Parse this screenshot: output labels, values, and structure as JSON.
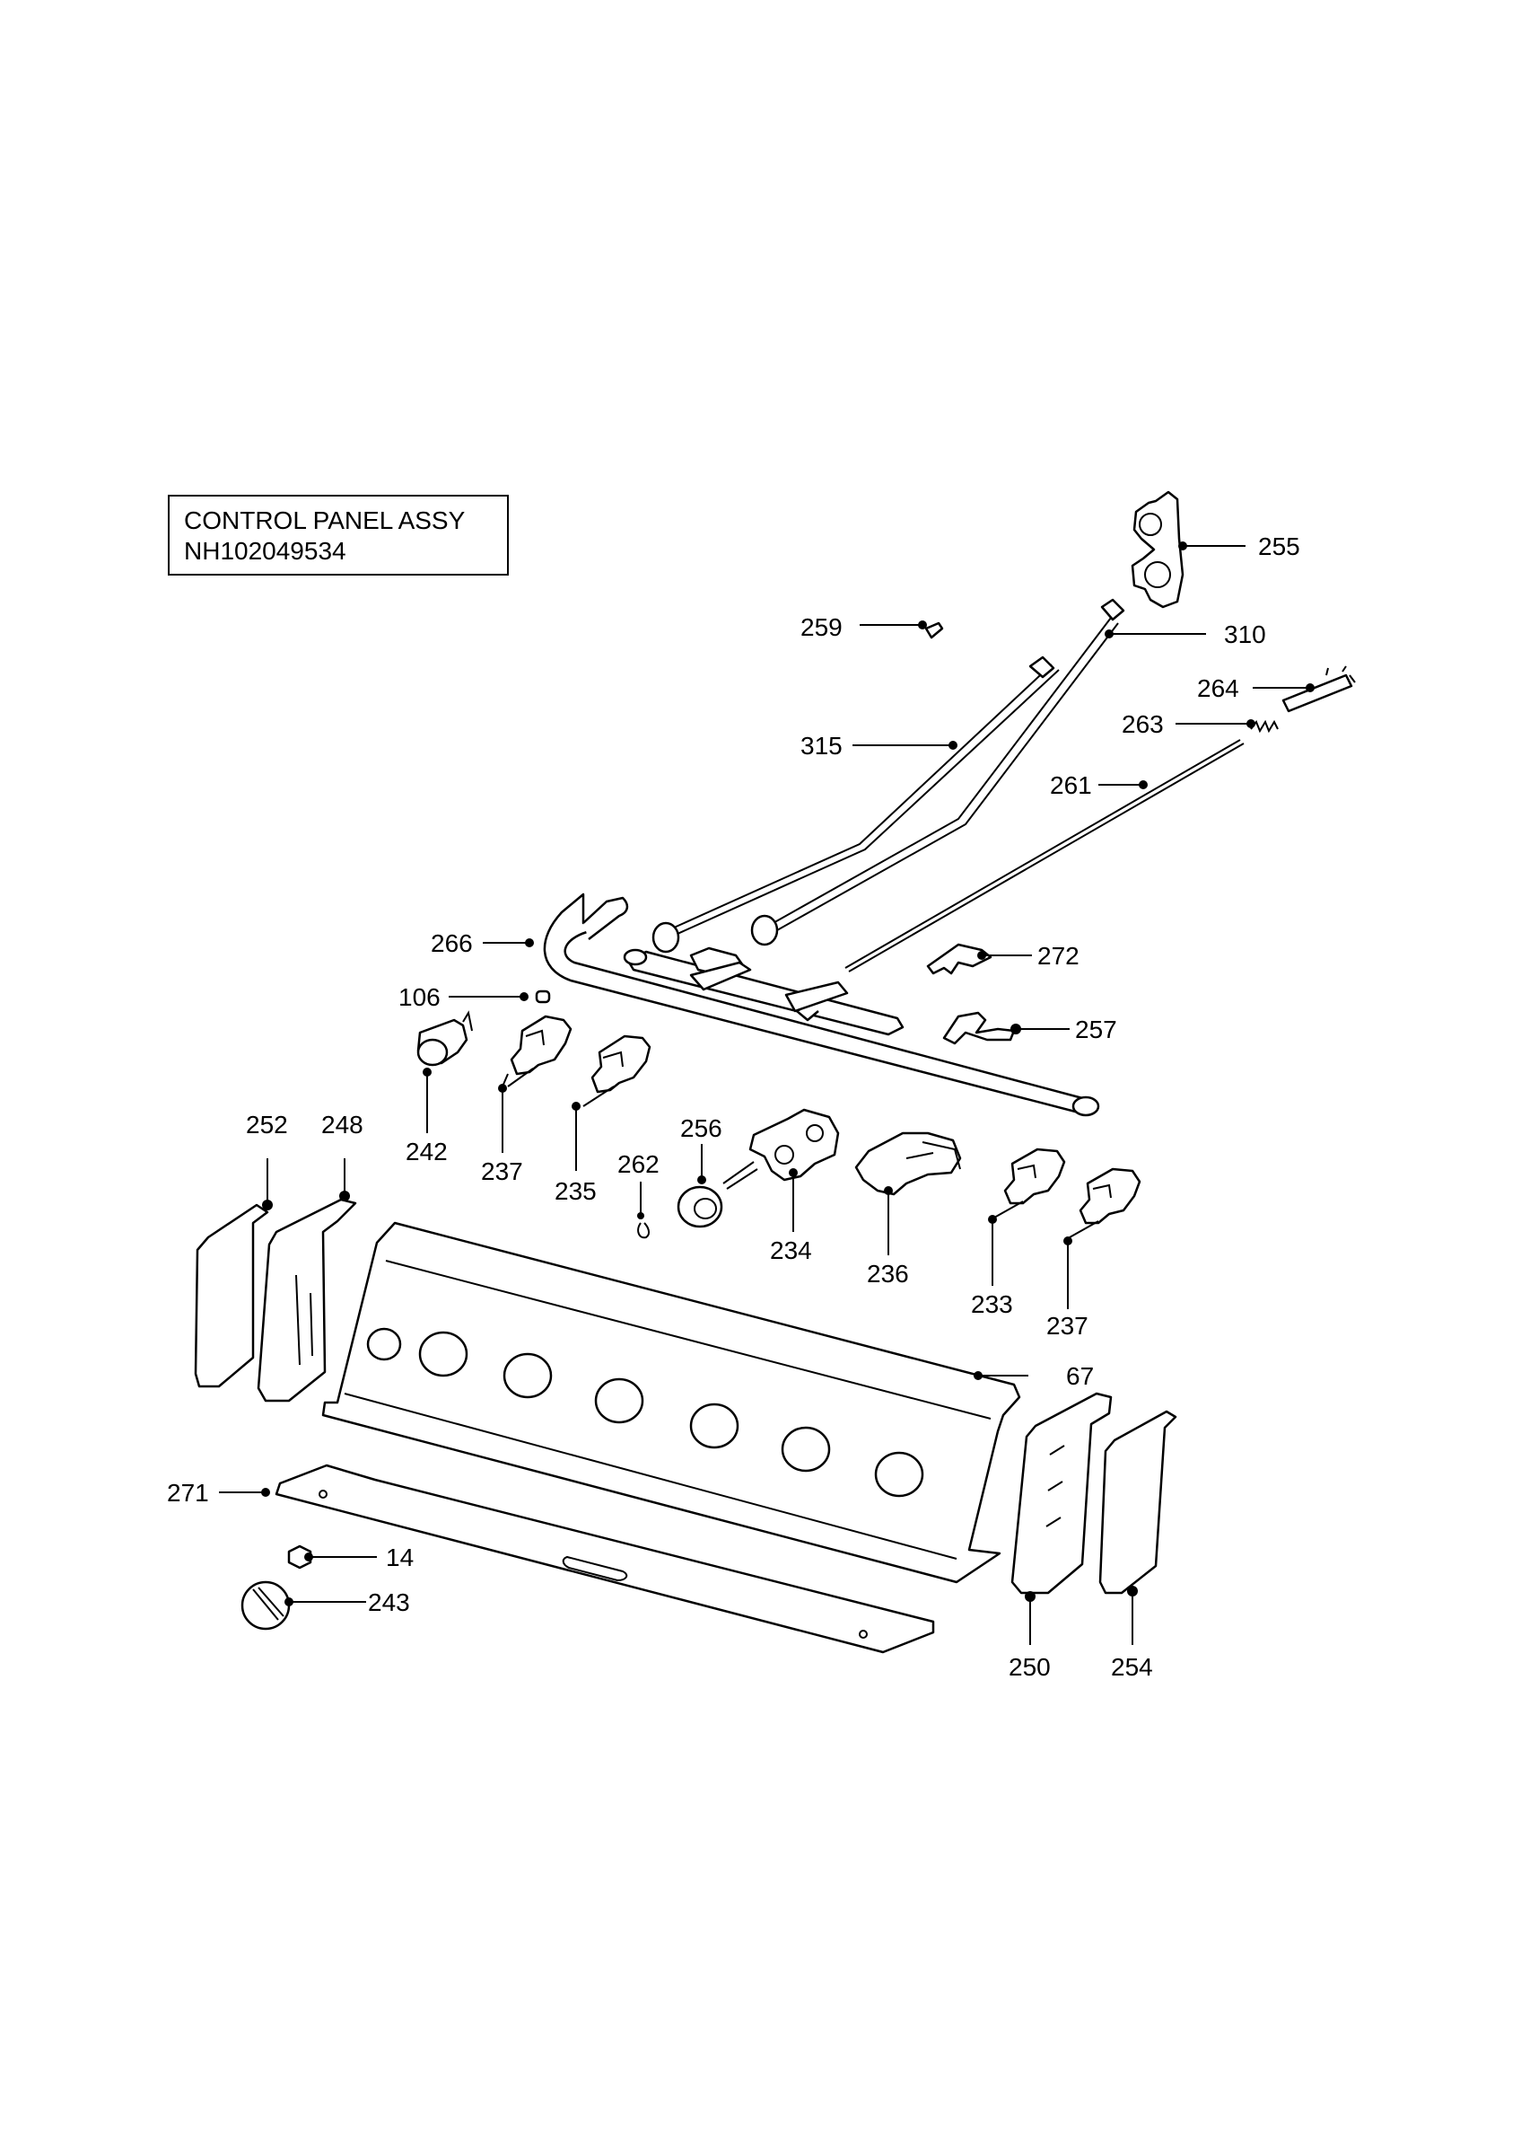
{
  "title_box": {
    "line1": "CONTROL PANEL ASSY",
    "line2": "NH102049534"
  },
  "callouts": [
    {
      "id": "c255",
      "label": "255"
    },
    {
      "id": "c259",
      "label": "259"
    },
    {
      "id": "c310",
      "label": "310"
    },
    {
      "id": "c264",
      "label": "264"
    },
    {
      "id": "c263",
      "label": "263"
    },
    {
      "id": "c315",
      "label": "315"
    },
    {
      "id": "c261",
      "label": "261"
    },
    {
      "id": "c266",
      "label": "266"
    },
    {
      "id": "c272",
      "label": "272"
    },
    {
      "id": "c106",
      "label": "106"
    },
    {
      "id": "c257",
      "label": "257"
    },
    {
      "id": "c242",
      "label": "242"
    },
    {
      "id": "c237a",
      "label": "237"
    },
    {
      "id": "c235",
      "label": "235"
    },
    {
      "id": "c252",
      "label": "252"
    },
    {
      "id": "c248",
      "label": "248"
    },
    {
      "id": "c256",
      "label": "256"
    },
    {
      "id": "c262",
      "label": "262"
    },
    {
      "id": "c234",
      "label": "234"
    },
    {
      "id": "c236",
      "label": "236"
    },
    {
      "id": "c233",
      "label": "233"
    },
    {
      "id": "c237b",
      "label": "237"
    },
    {
      "id": "c67",
      "label": "67"
    },
    {
      "id": "c271",
      "label": "271"
    },
    {
      "id": "c14",
      "label": "14"
    },
    {
      "id": "c243",
      "label": "243"
    },
    {
      "id": "c250",
      "label": "250"
    },
    {
      "id": "c254",
      "label": "254"
    }
  ]
}
